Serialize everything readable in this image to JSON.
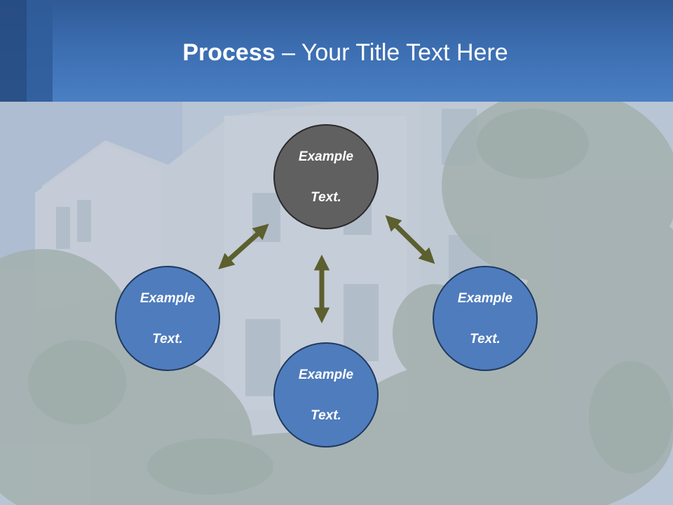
{
  "title": {
    "bold": "Process",
    "rest": " – Your Title Text Here"
  },
  "nodes": {
    "top": {
      "line1": "Example",
      "line2": "Text."
    },
    "left": {
      "line1": "Example",
      "line2": "Text."
    },
    "right": {
      "line1": "Example",
      "line2": "Text."
    },
    "bottom": {
      "line1": "Example",
      "line2": "Text."
    }
  },
  "colors": {
    "header": "#3b6db0",
    "node_center": "#606060",
    "node_outer": "#4f7cbd",
    "arrow": "#5c5f2e"
  }
}
